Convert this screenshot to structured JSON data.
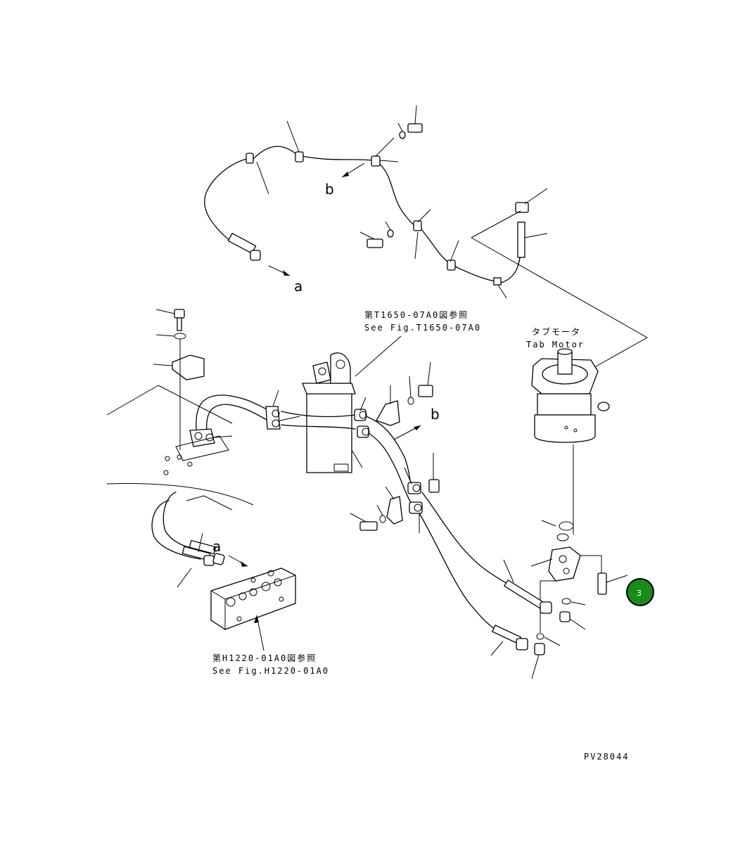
{
  "labels": {
    "ref_top_jp": "第T1650-07A0図参照",
    "ref_top_en": "See Fig.T1650-07A0",
    "motor_jp": "タブモータ",
    "motor_en": "Tab Motor",
    "ref_bottom_jp": "第H1220-01A0図参照",
    "ref_bottom_en": "See Fig.H1220-01A0",
    "drawing_id": "PV28044"
  },
  "markers": {
    "a1": "a",
    "a2": "a",
    "b1": "b",
    "b2": "b"
  },
  "badge": {
    "number": "3",
    "color": "#1a8a1a"
  }
}
